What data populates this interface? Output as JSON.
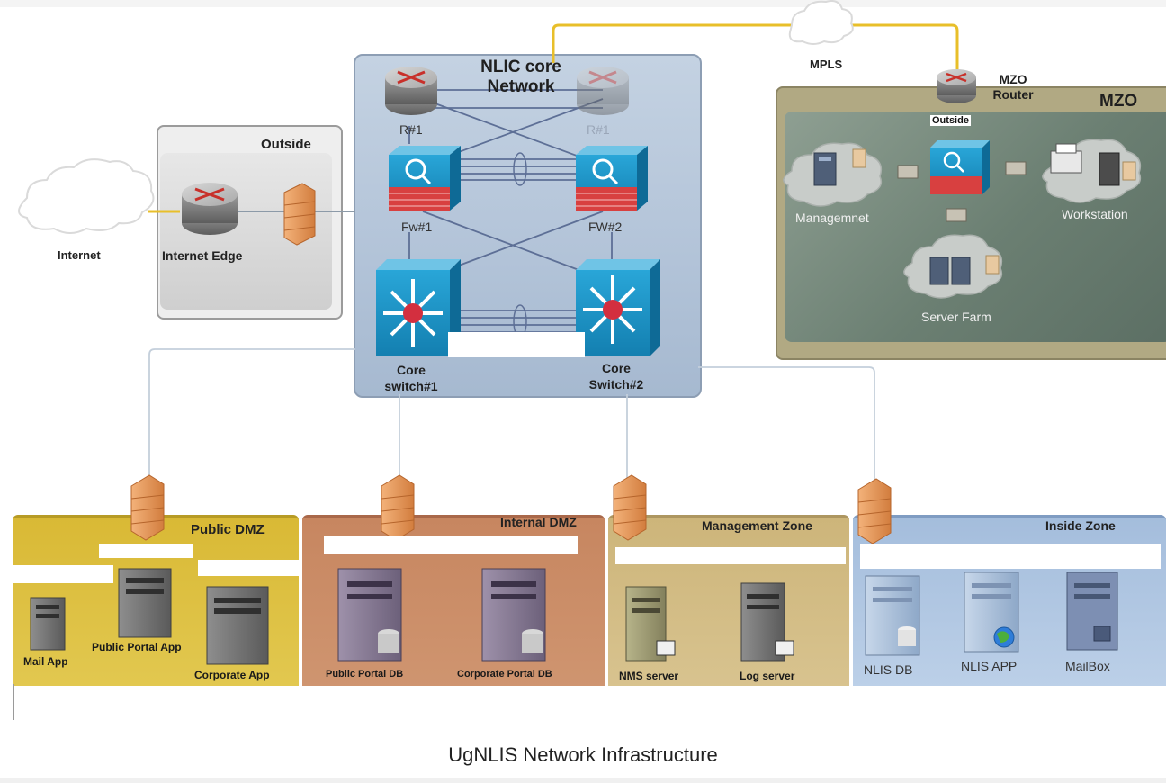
{
  "title": "UgNLIS Network Infrastructure",
  "core": {
    "title_line1": "NLIC core",
    "title_line2": "Network",
    "router1": "R#1",
    "router2": "R#1",
    "fw1": "Fw#1",
    "fw2": "FW#2",
    "switch1_line1": "Core",
    "switch1_line2": "switch#1",
    "switch2_line1": "Core",
    "switch2_line2": "Switch#2"
  },
  "outside": {
    "title": "Outside",
    "router": "Internet Edge"
  },
  "internet": "Internet",
  "mpls": "MPLS",
  "mzo": {
    "title": "MZO",
    "router_line1": "MZO",
    "router_line2": "Router",
    "outside_tag": "Outside",
    "management": "Managemnet",
    "workstation": "Workstation",
    "server_farm": "Server Farm"
  },
  "zones": {
    "public_dmz": {
      "title": "Public DMZ",
      "items": [
        "Mail App",
        "Public Portal App",
        "Corporate App"
      ]
    },
    "internal_dmz": {
      "title": "Internal DMZ",
      "items": [
        "Public Portal DB",
        "Corporate Portal DB"
      ]
    },
    "management": {
      "title": "Management Zone",
      "items": [
        "NMS server",
        "Log server"
      ]
    },
    "inside": {
      "title": "Inside Zone",
      "items": [
        "NLIS DB",
        "NLIS APP",
        "MailBox"
      ]
    }
  },
  "colors": {
    "public_dmz": "#dcbf3a",
    "internal_dmz": "#c98c63",
    "management": "#d2bb7f",
    "inside": "#a8c0df",
    "mpls_link": "#e8bf2a"
  }
}
